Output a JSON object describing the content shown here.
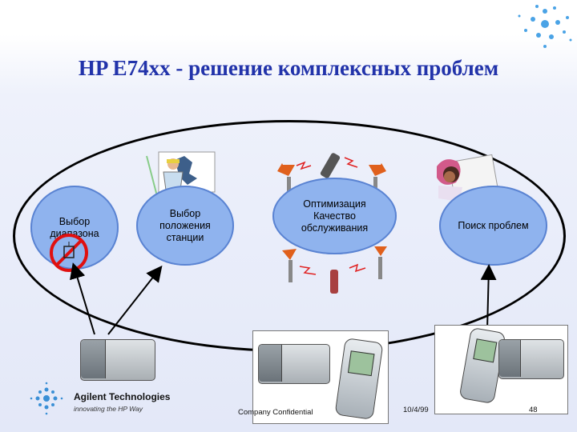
{
  "slide": {
    "title": "HP E74xx - решение комплексных проблем",
    "nodes": {
      "range": "Выбор\nдиапазона",
      "station": "Выбор\nположения\nстанции",
      "optimization": "Оптимизация\nКачество\nобслуживания",
      "troubleshoot": "Поиск проблем"
    }
  },
  "footer": {
    "company": "Agilent Technologies",
    "tagline": "innovating the HP Way",
    "confidential": "Company Confidential",
    "date": "10/4/99",
    "page": "48"
  },
  "colors": {
    "title": "#2233aa",
    "node_fill": "#8fb3ee",
    "logo": "#3a8fd6"
  }
}
